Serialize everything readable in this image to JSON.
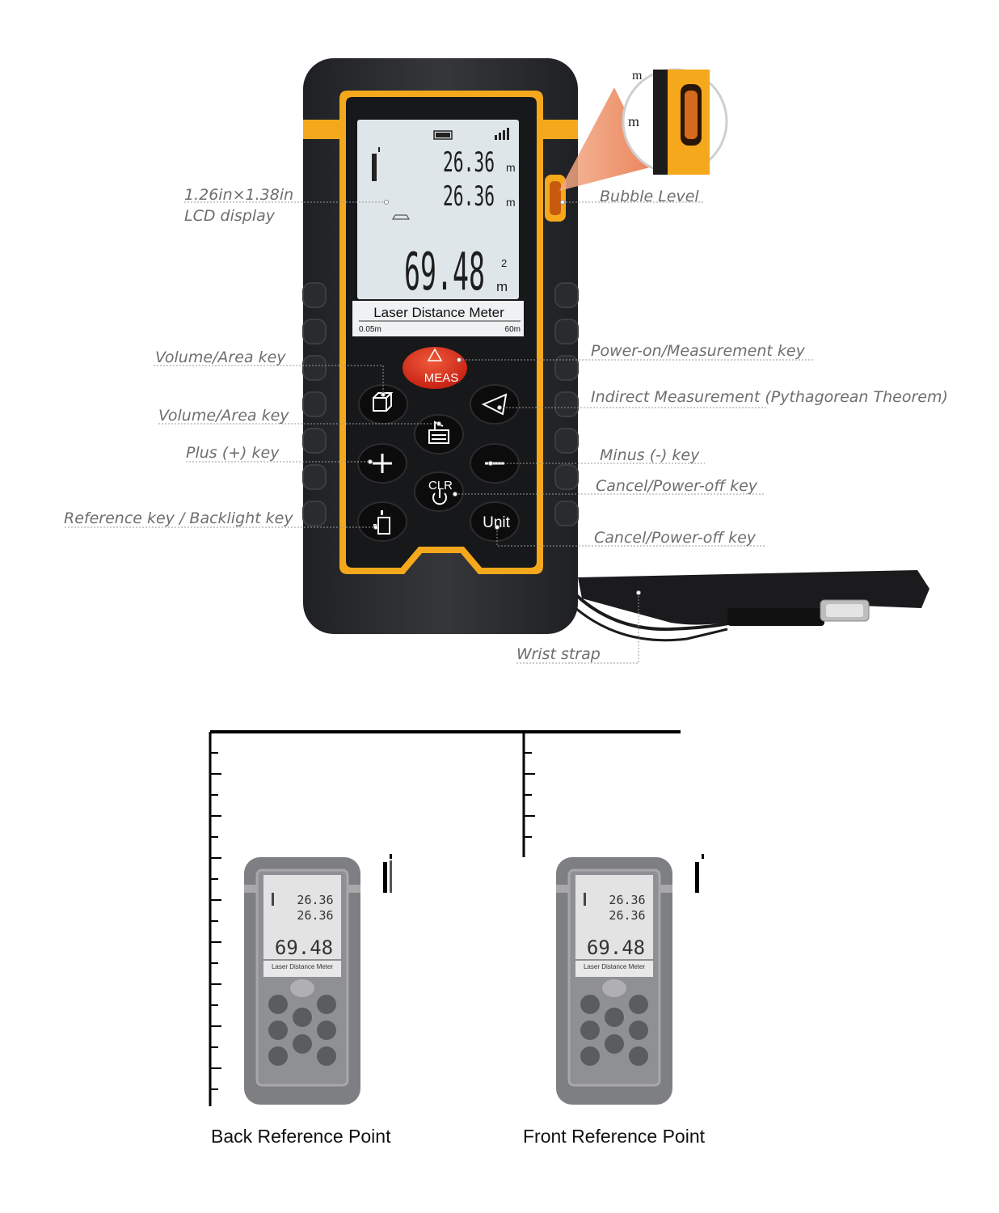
{
  "device": {
    "brand_text": "Laser Distance Meter",
    "range_min": "0.05m",
    "range_max": "60m",
    "lcd": {
      "reading_1": "26.36",
      "reading_2": "26.36",
      "reading_main": "69.48",
      "unit_linear": "m",
      "unit_area_exp": "2",
      "unit_area_base": "m"
    },
    "keys": {
      "meas": "MEAS",
      "clr": "CLR",
      "unit": "Unit"
    }
  },
  "callouts": {
    "lcd_line1": "1.26in×1.38in",
    "lcd_line2": "LCD display",
    "bubble_level": "Bubble Level",
    "volume_area_1": "Volume/Area key",
    "volume_area_2": "Volume/Area key",
    "power_on": "Power-on/Measurement key",
    "indirect": "Indirect Measurement (Pythagorean Theorem)",
    "plus": "Plus (+) key",
    "minus": "Minus (-) key",
    "cancel_1": "Cancel/Power-off key",
    "cancel_2": "Cancel/Power-off key",
    "reference": "Reference key / Backlight key",
    "wrist_strap": "Wrist strap"
  },
  "inset": {
    "m_top": "m",
    "m_bottom": "m"
  },
  "reference_points": {
    "back": "Back Reference Point",
    "front": "Front Reference Point"
  },
  "colors": {
    "body": "#2f3033",
    "accent": "#f5a81c",
    "lcd": "#dfe6ea",
    "meas_button": "#d92b1c"
  }
}
